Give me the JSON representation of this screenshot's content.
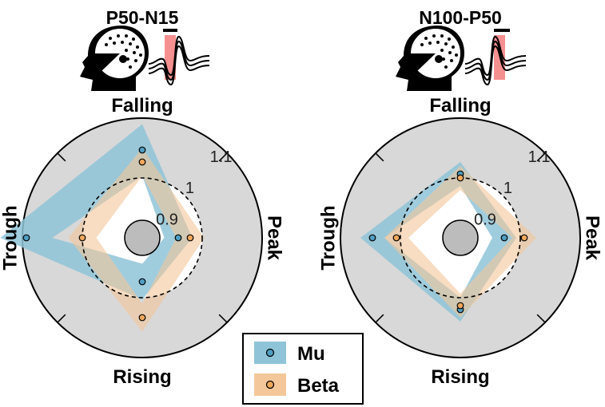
{
  "colors": {
    "mu": "#4f9ec1",
    "mu_fill": "#8fc4d8",
    "beta": "#f0a85c",
    "beta_fill": "#f3c79a",
    "background_disk": "#d8d8d8",
    "center_disk": "#bcbcbc"
  },
  "chart_data": [
    {
      "type": "radar",
      "title": "P50-N15",
      "axes": [
        "Falling",
        "Peak",
        "Rising",
        "Trough"
      ],
      "radial_ticks": [
        "0.9",
        "1",
        "1.1"
      ],
      "rlim": [
        0.85,
        1.15
      ],
      "reference_circle": 1.0,
      "series": [
        {
          "name": "Mu",
          "values": [
            1.07,
            0.94,
            0.96,
            1.14
          ],
          "band": [
            0.065,
            0.035,
            0.045,
            0.065
          ]
        },
        {
          "name": "Beta",
          "values": [
            1.04,
            0.97,
            1.05,
            1.0
          ],
          "band": [
            0.035,
            0.035,
            0.035,
            0.035
          ]
        }
      ]
    },
    {
      "type": "radar",
      "title": "N100-P50",
      "axes": [
        "Falling",
        "Peak",
        "Rising",
        "Trough"
      ],
      "radial_ticks": [
        "0.9",
        "1",
        "1.1"
      ],
      "rlim": [
        0.85,
        1.15
      ],
      "reference_circle": 1.0,
      "series": [
        {
          "name": "Mu",
          "values": [
            1.01,
            0.96,
            1.03,
            1.07
          ],
          "band": [
            0.03,
            0.03,
            0.03,
            0.03
          ]
        },
        {
          "name": "Beta",
          "values": [
            1.0,
            1.01,
            1.02,
            1.01
          ],
          "band": [
            0.03,
            0.03,
            0.03,
            0.03
          ]
        }
      ]
    }
  ],
  "legend": [
    {
      "name": "Mu",
      "color_key": "mu"
    },
    {
      "name": "Beta",
      "color_key": "beta"
    }
  ],
  "icons": [
    "head-electrode-icon",
    "waveform-icon"
  ]
}
